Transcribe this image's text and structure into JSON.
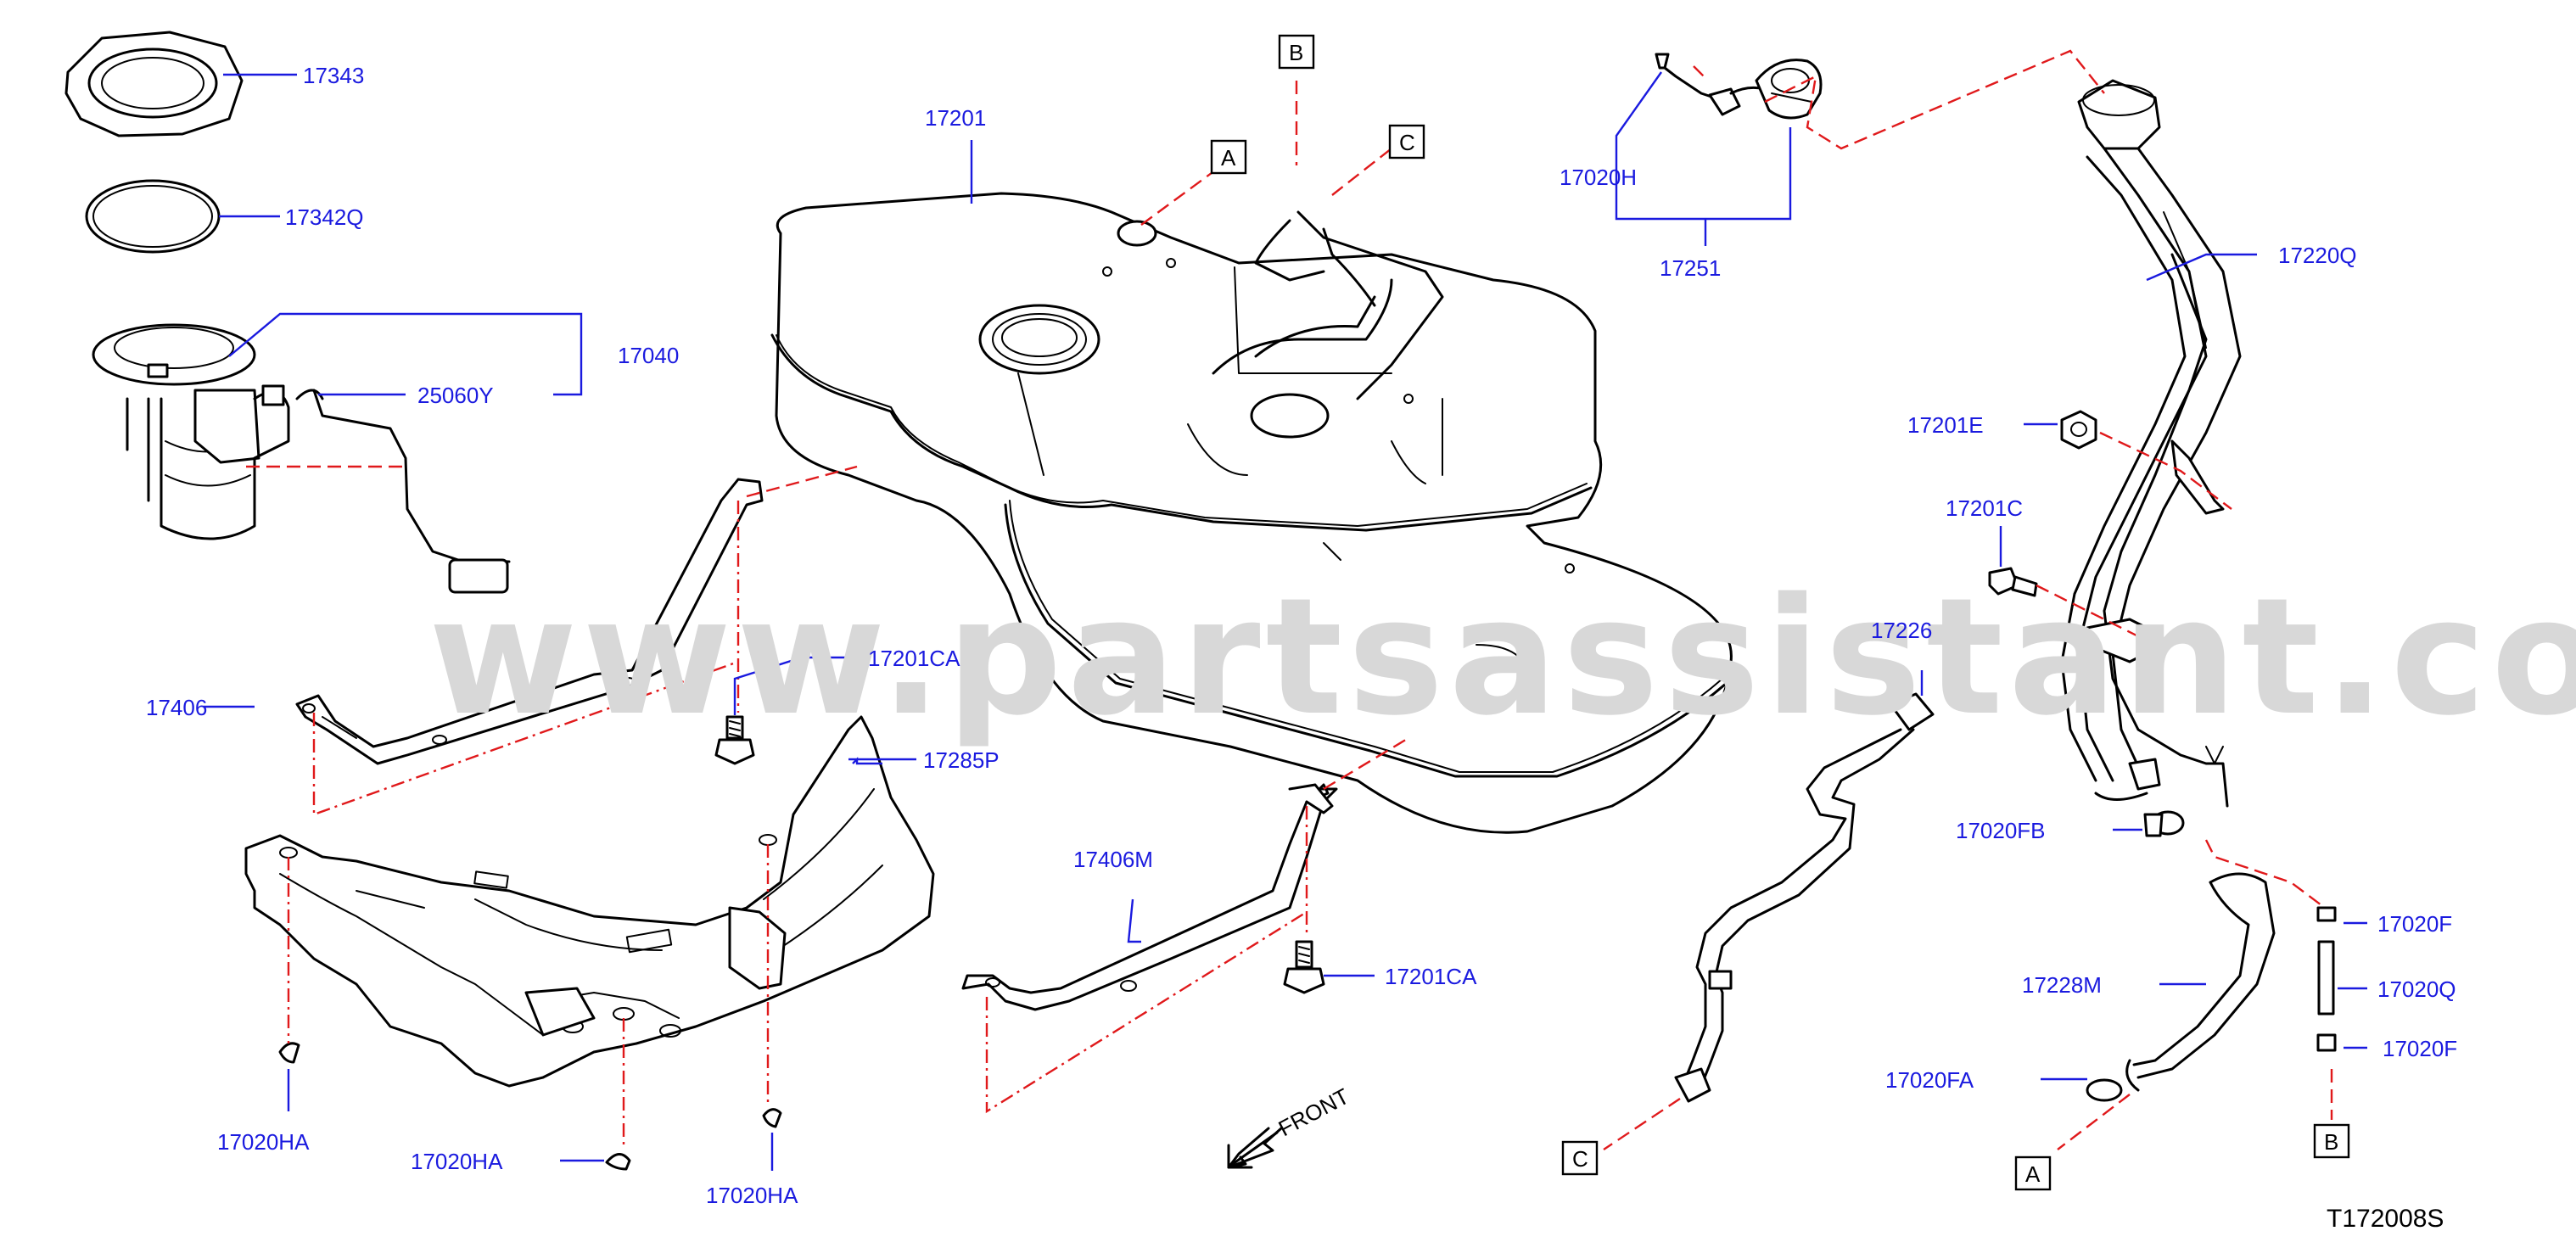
{
  "watermark": "www.partsassistant.com",
  "diagram_code": "T172008S",
  "front_label": "FRONT",
  "part_numbers": {
    "p17343": "17343",
    "p17342Q": "17342Q",
    "p17040": "17040",
    "p25060Y": "25060Y",
    "p17201": "17201",
    "p17406": "17406",
    "p17201CA_a": "17201CA",
    "p17285P": "17285P",
    "p17020HA_a": "17020HA",
    "p17020HA_b": "17020HA",
    "p17020HA_c": "17020HA",
    "p17406M": "17406M",
    "p17201CA_b": "17201CA",
    "p17020H": "17020H",
    "p17251": "17251",
    "p17220Q": "17220Q",
    "p17201E": "17201E",
    "p17201C": "17201C",
    "p17226": "17226",
    "p17020FB": "17020FB",
    "p17020F_a": "17020F",
    "p17020Q": "17020Q",
    "p17020F_b": "17020F",
    "p17228M": "17228M",
    "p17020FA": "17020FA"
  },
  "ref_letters": {
    "a_top": "A",
    "b_top": "B",
    "c_top": "C",
    "c_bottom": "C",
    "a_bottom": "A",
    "b_bottom": "B"
  }
}
